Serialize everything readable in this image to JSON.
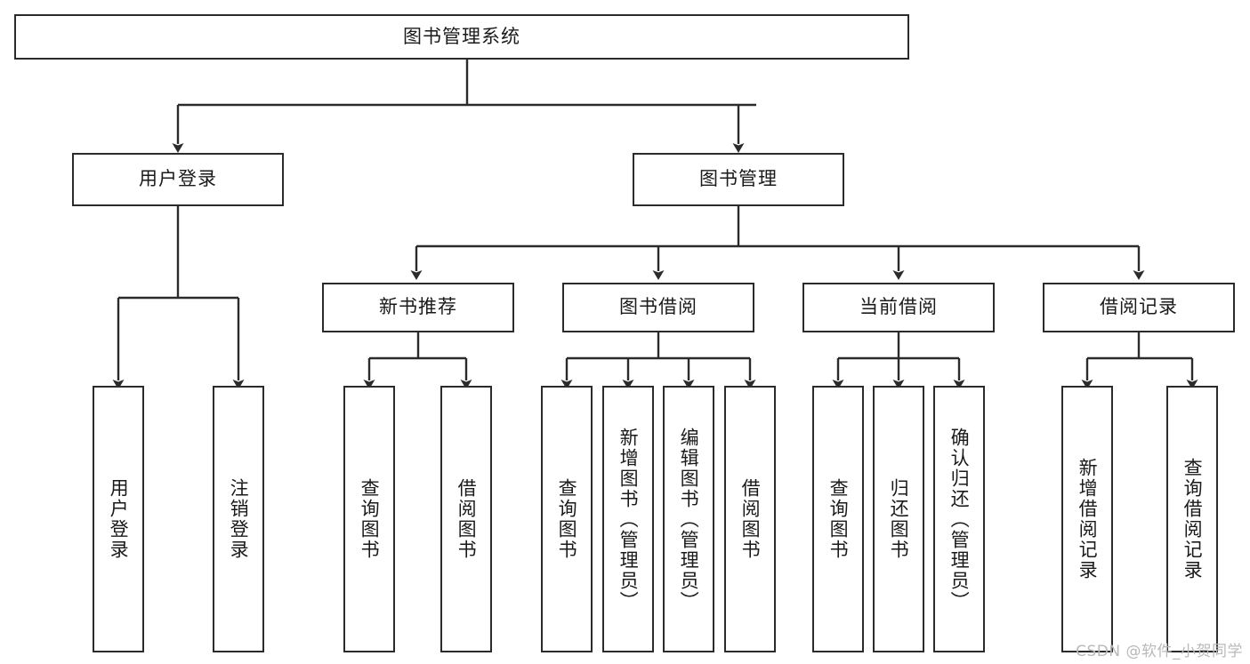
{
  "diagram": {
    "title": "图书管理系统",
    "watermark": "CSDN @软件_小贺同学",
    "line_color": "#2b2b2b",
    "box_fill": "#ffffff",
    "text_color": "#1a1a1a",
    "root": {
      "label": "图书管理系统"
    },
    "level2": [
      {
        "label": "用户登录"
      },
      {
        "label": "图书管理"
      }
    ],
    "level3": [
      {
        "label": "新书推荐"
      },
      {
        "label": "图书借阅"
      },
      {
        "label": "当前借阅"
      },
      {
        "label": "借阅记录"
      }
    ],
    "leaves": {
      "user_login": [
        {
          "label": "用户登录"
        },
        {
          "label": "注销登录"
        }
      ],
      "new_book": [
        {
          "label": "查询图书"
        },
        {
          "label": "借阅图书"
        }
      ],
      "book_borrow": [
        {
          "label": "查询图书"
        },
        {
          "label": "新增图书（管理员）"
        },
        {
          "label": "编辑图书（管理员）"
        },
        {
          "label": "借阅图书"
        }
      ],
      "current_borrow": [
        {
          "label": "查询图书"
        },
        {
          "label": "归还图书"
        },
        {
          "label": "确认归还（管理员）"
        }
      ],
      "borrow_record": [
        {
          "label": "新增借阅记录"
        },
        {
          "label": "查询借阅记录"
        }
      ]
    }
  }
}
